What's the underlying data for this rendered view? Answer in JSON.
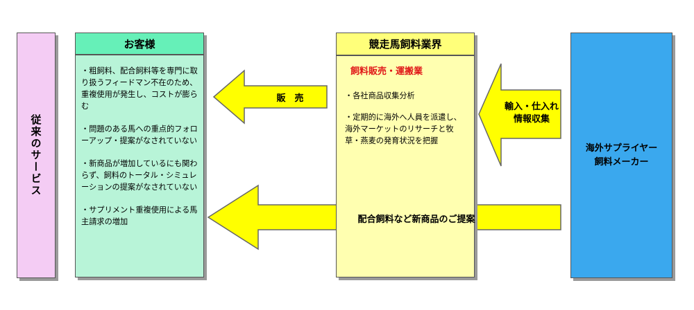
{
  "legacy_label": "従来のサービス",
  "customer": {
    "title": "お客様",
    "items": [
      "・粗飼料、配合飼料等を専門に取り扱うフィードマン不在のため、重複使用が発生し、コストが膨らむ",
      "・問題のある馬への重点的フォローアップ・提案がなされていない",
      "・新商品が増加しているにも関わらず、飼料のトータル・シミュレーションの提案がなされていない",
      "・サプリメント重複使用による馬主請求の増加"
    ]
  },
  "industry": {
    "title": "競走馬飼料業界",
    "subtitle": "飼料販売・運搬業",
    "items": [
      "・各社商品収集分析",
      "・定期的に海外へ人員を派遣し、海外マーケットのリサーチと牧草・燕麦の発育状況を把握"
    ]
  },
  "supplier": {
    "line1": "海外サプライヤー",
    "line2": "飼料メーカー"
  },
  "arrows": {
    "sales": "販　売",
    "import_line1": "輸入・仕入れ",
    "import_line2": "情報収集",
    "proposal": "配合飼料など新商品のご提案"
  },
  "colors": {
    "arrow_fill": "#ffff00",
    "customer_head": "#66f0b8",
    "customer_body": "#b8f4d8",
    "industry_head": "#ffff7a",
    "industry_body": "#ffffb0",
    "supplier": "#3aa8ee",
    "legacy": "#f4ccf4",
    "subtitle_red": "#e01818"
  }
}
